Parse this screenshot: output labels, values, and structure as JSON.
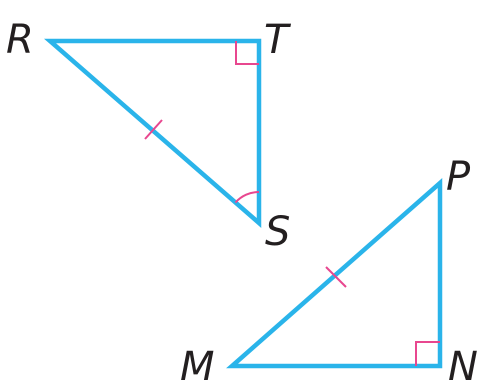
{
  "triangle_rts": {
    "vertices": {
      "r": "R",
      "t": "T",
      "s": "S"
    }
  },
  "triangle_mnp": {
    "vertices": {
      "m": "M",
      "n": "N",
      "p": "P"
    }
  },
  "colors": {
    "edge": "#2ab4ea",
    "mark": "#e8478f",
    "label": "#231f20",
    "background": "#ffffff"
  }
}
